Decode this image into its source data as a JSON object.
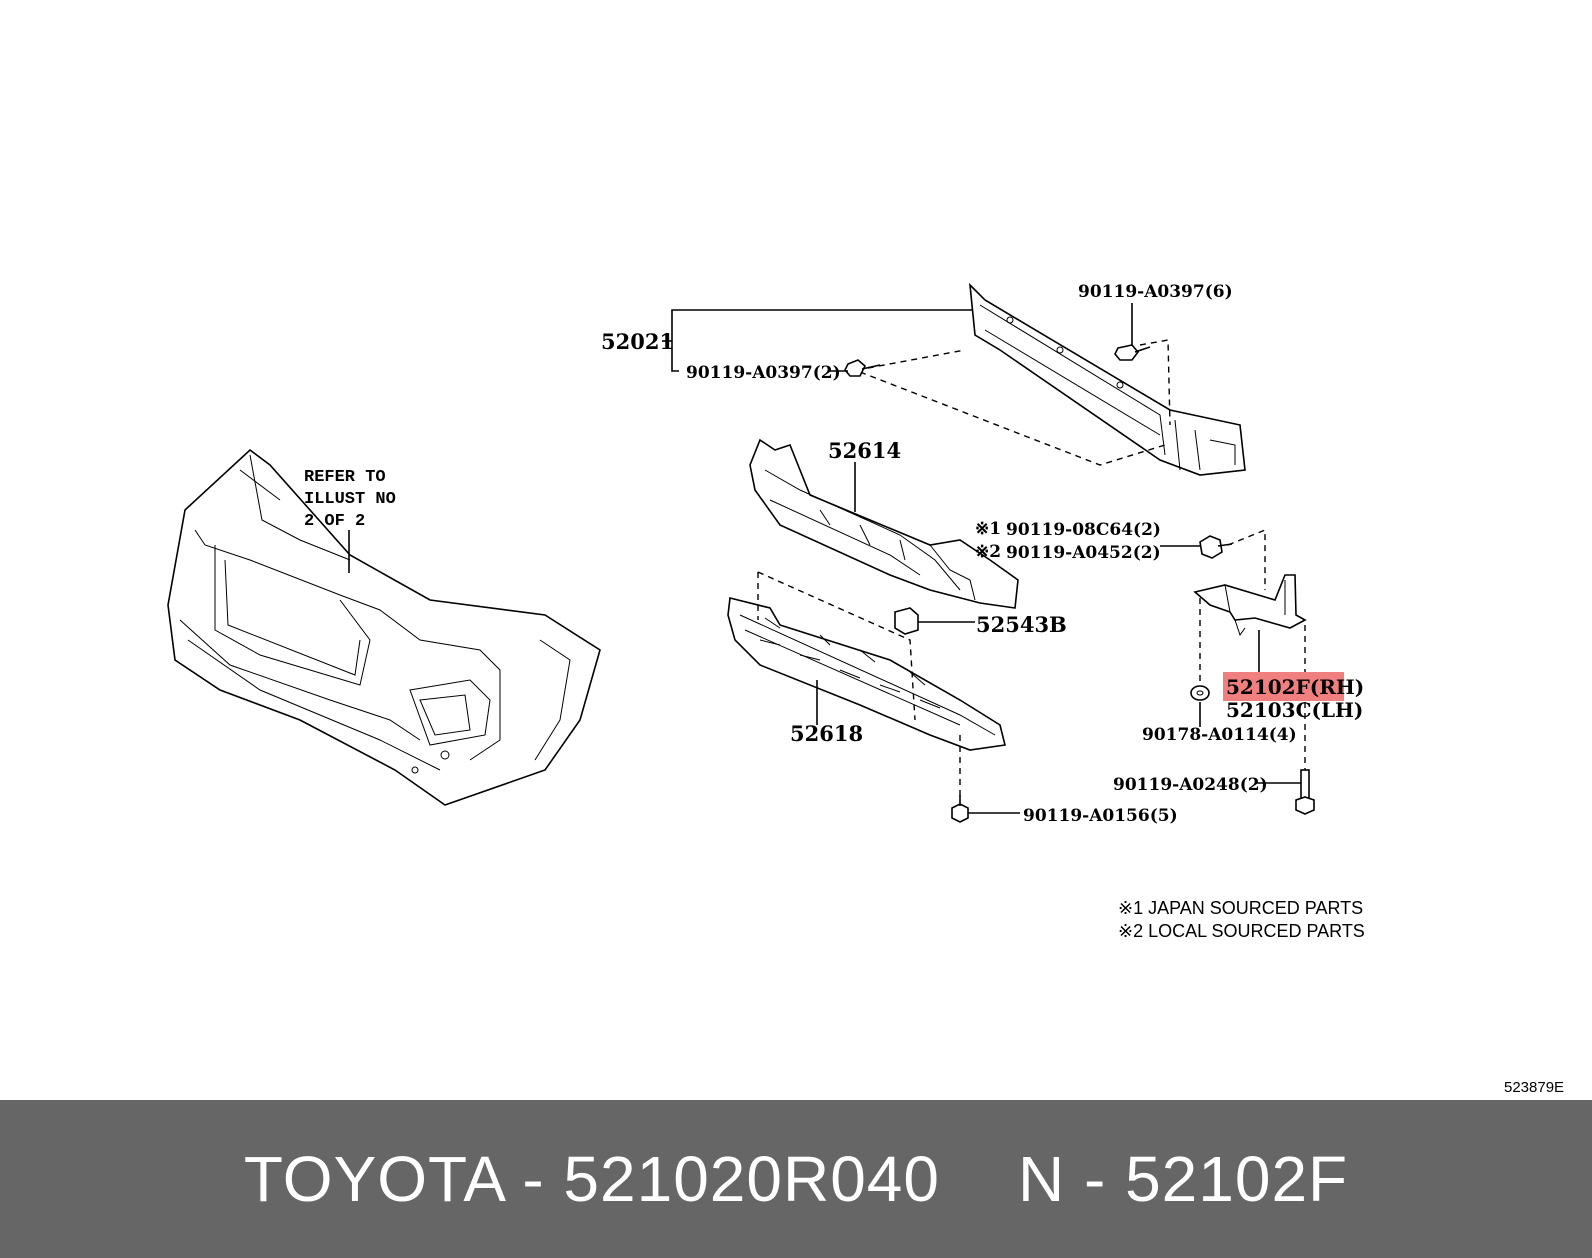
{
  "diagram": {
    "diagram_id": "523879E",
    "refer_note": [
      "REFER TO",
      "ILLUST NO",
      "2 OF 2"
    ],
    "callouts": {
      "p52021": "52021",
      "bolt_a0397_6": "90119-A0397(6)",
      "bolt_a0397_2": "90119-A0397(2)",
      "p52614": "52614",
      "mark1": "※1",
      "bolt_08c64": "90119-08C64(2)",
      "mark2": "※2",
      "bolt_a0452": "90119-A0452(2)",
      "p52543b": "52543B",
      "p52102f": "52102F(RH)",
      "p52103c": "52103C(LH)",
      "nut_a0114": "90178-A0114(4)",
      "p52618": "52618",
      "bolt_a0248": "90119-A0248(2)",
      "bolt_a0156": "90119-A0156(5)"
    },
    "notes": [
      "※1 JAPAN SOURCED PARTS",
      "※2 LOCAL SOURCED PARTS"
    ],
    "highlight_color": "#f08080"
  },
  "footer": {
    "left": "TOYOTA - 521020R040",
    "right": "N - 52102F",
    "background": "#666666"
  }
}
